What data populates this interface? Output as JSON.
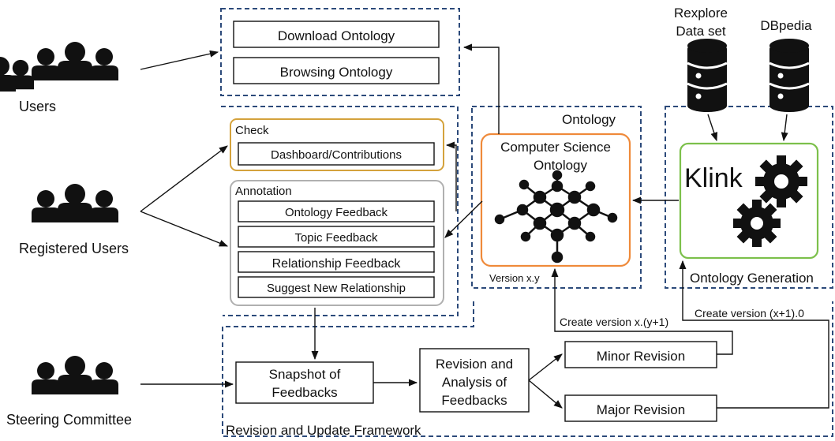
{
  "actors": {
    "users": "Users",
    "registered_users": "Registered Users",
    "steering_committee": "Steering Committee"
  },
  "top_panel": {
    "download": "Download Ontology",
    "browsing": "Browsing Ontology"
  },
  "check": {
    "title": "Check",
    "dashboard": "Dashboard/Contributions"
  },
  "annotation": {
    "title": "Annotation",
    "items": [
      "Ontology Feedback",
      "Topic Feedback",
      "Relationship Feedback",
      "Suggest New Relationship"
    ]
  },
  "ontology": {
    "panel_title": "Ontology",
    "box_title_line1": "Computer Science",
    "box_title_line2": "Ontology",
    "version": "Version x.y"
  },
  "sources": {
    "rexplore_line1": "Rexplore",
    "rexplore_line2": "Data set",
    "dbpedia": "DBpedia"
  },
  "generation": {
    "klink": "Klink",
    "label": "Ontology Generation"
  },
  "revision": {
    "snapshot_line1": "Snapshot of",
    "snapshot_line2": "Feedbacks",
    "analysis_line1": "Revision and",
    "analysis_line2": "Analysis of",
    "analysis_line3": "Feedbacks",
    "minor": "Minor Revision",
    "major": "Major Revision",
    "create_minor": "Create version x.(y+1)",
    "create_major": "Create version (x+1).0",
    "framework_label": "Revision and Update Framework"
  },
  "colors": {
    "panel_border": "#2c4a7a",
    "check_border": "#d4a23c",
    "annotation_border": "#b0b0b0",
    "ontology_border": "#ef8a3a",
    "klink_border": "#7cc04b"
  }
}
